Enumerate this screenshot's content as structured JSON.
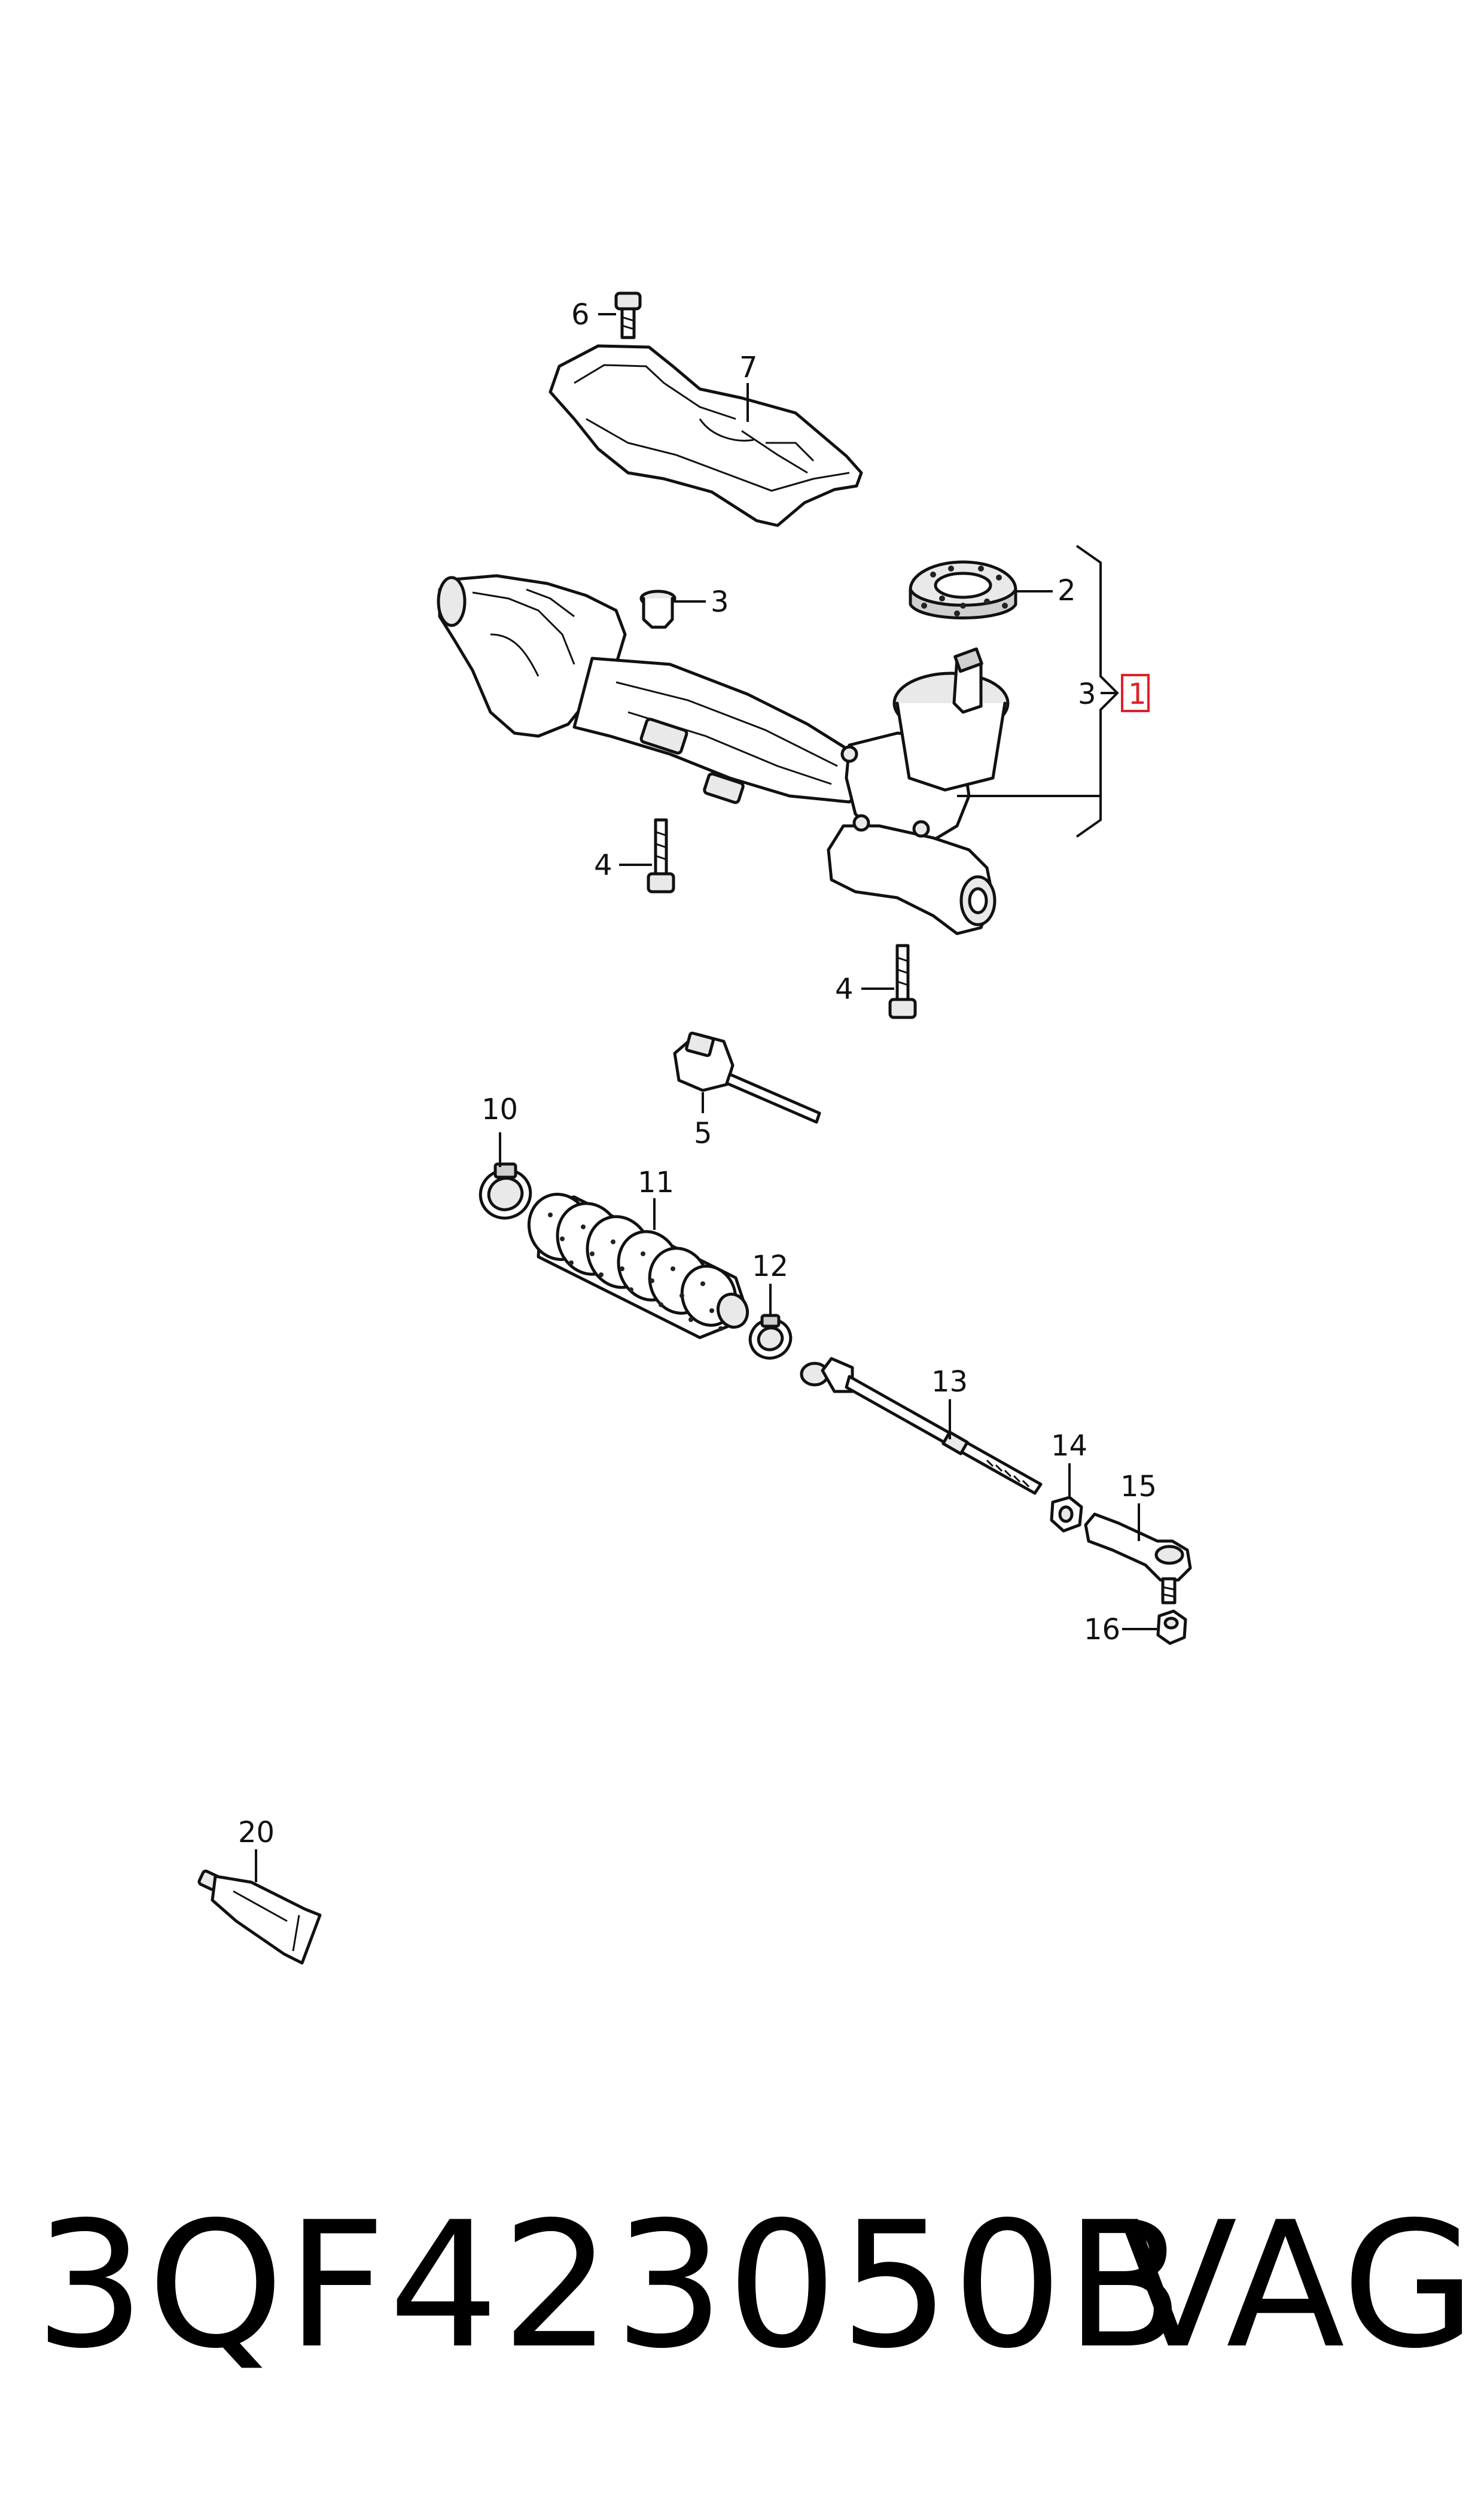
{
  "callouts": {
    "c1": "1",
    "c2": "2",
    "c3a": "3",
    "c3b": "3",
    "c4a": "4",
    "c4b": "4",
    "c5": "5",
    "c6": "6",
    "c7": "7",
    "c10": "10",
    "c11": "11",
    "c12": "12",
    "c13": "13",
    "c14": "14",
    "c15": "15",
    "c16": "16",
    "c20": "20"
  },
  "colors": {
    "line": "#111111",
    "highlight": "#e0202a",
    "background": "#ffffff"
  },
  "footer": {
    "part_number": "3QF423050B",
    "brand": "VAG"
  }
}
